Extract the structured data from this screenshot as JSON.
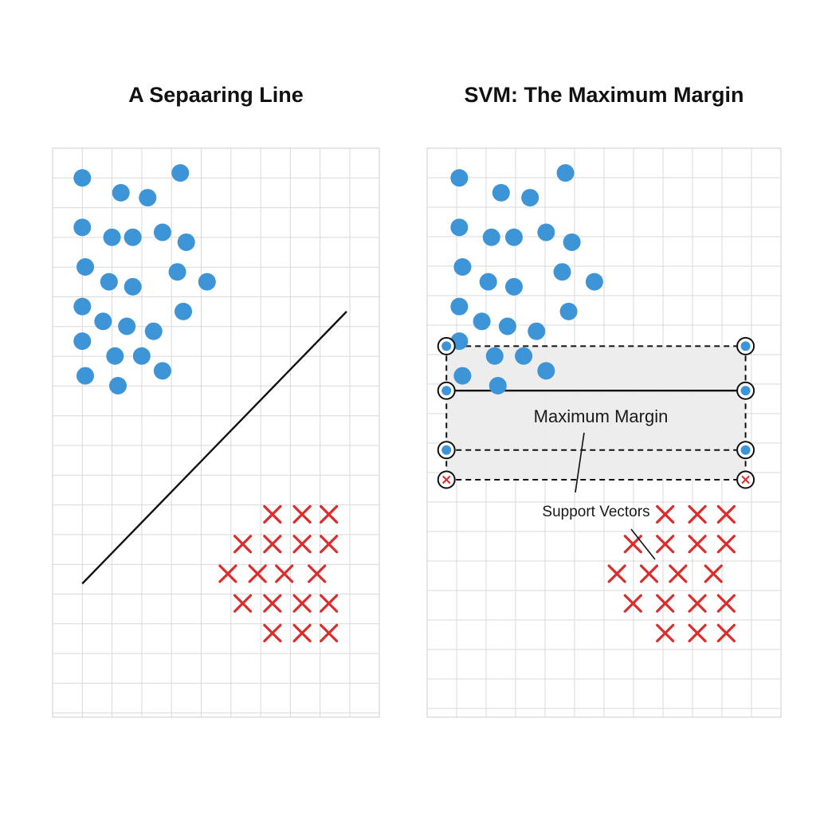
{
  "panels": {
    "left": {
      "title": "A Sepaaring Line"
    },
    "right": {
      "title": "SVM: The Maximum Margin",
      "margin_label": "Maximum Margin",
      "support_label": "Support Vectors"
    }
  },
  "colors": {
    "blue": "#3d94d6",
    "red": "#dd2c2c",
    "line": "#111111",
    "grid": "#d9d9d9",
    "band": "#ececec"
  },
  "icons": {
    "class_a": "blue-dot-icon",
    "class_b": "red-x-icon",
    "support": "support-vector-circle-icon"
  },
  "chart_data": {
    "type": "scatter",
    "class_a_points": [
      [
        1,
        9.4
      ],
      [
        2.3,
        9.1
      ],
      [
        3.2,
        9.0
      ],
      [
        4.3,
        9.5
      ],
      [
        1,
        8.4
      ],
      [
        2,
        8.2
      ],
      [
        2.7,
        8.2
      ],
      [
        3.7,
        8.3
      ],
      [
        4.5,
        8.1
      ],
      [
        1.1,
        7.6
      ],
      [
        1.9,
        7.3
      ],
      [
        2.7,
        7.2
      ],
      [
        4.2,
        7.5
      ],
      [
        5.2,
        7.3
      ],
      [
        1,
        6.8
      ],
      [
        1.7,
        6.5
      ],
      [
        2.5,
        6.4
      ],
      [
        3.4,
        6.3
      ],
      [
        4.4,
        6.7
      ],
      [
        1,
        6.1
      ],
      [
        2.1,
        5.8
      ],
      [
        3,
        5.8
      ],
      [
        3.7,
        5.5
      ],
      [
        1.1,
        5.4
      ],
      [
        2.2,
        5.2
      ]
    ],
    "class_b_points": [
      [
        7.4,
        2.6
      ],
      [
        8.4,
        2.6
      ],
      [
        9.3,
        2.6
      ],
      [
        6.4,
        2.0
      ],
      [
        7.4,
        2.0
      ],
      [
        8.4,
        2.0
      ],
      [
        9.3,
        2.0
      ],
      [
        5.9,
        1.4
      ],
      [
        6.9,
        1.4
      ],
      [
        7.8,
        1.4
      ],
      [
        8.9,
        1.4
      ],
      [
        6.4,
        0.8
      ],
      [
        7.4,
        0.8
      ],
      [
        8.4,
        0.8
      ],
      [
        9.3,
        0.8
      ],
      [
        7.4,
        0.2
      ],
      [
        8.4,
        0.2
      ],
      [
        9.3,
        0.2
      ]
    ],
    "separating_line": [
      [
        1,
        1.2
      ],
      [
        9.9,
        6.7
      ]
    ],
    "svm": {
      "hyperplane_y": 5.1,
      "margin_upper_y": 6.0,
      "lower_dashed_y": 3.9,
      "margin_lower_y": 3.3,
      "x_range": [
        0.6,
        9.9
      ],
      "support_vectors_a": [
        [
          0.6,
          6.0
        ],
        [
          9.9,
          6.0
        ],
        [
          0.6,
          5.1
        ],
        [
          9.9,
          5.1
        ],
        [
          0.6,
          3.9
        ],
        [
          9.9,
          3.9
        ]
      ],
      "support_vectors_b": [
        [
          0.6,
          3.3
        ],
        [
          9.9,
          3.3
        ]
      ]
    },
    "xlim": [
      0,
      11
    ],
    "ylim": [
      -1.5,
      10
    ]
  }
}
